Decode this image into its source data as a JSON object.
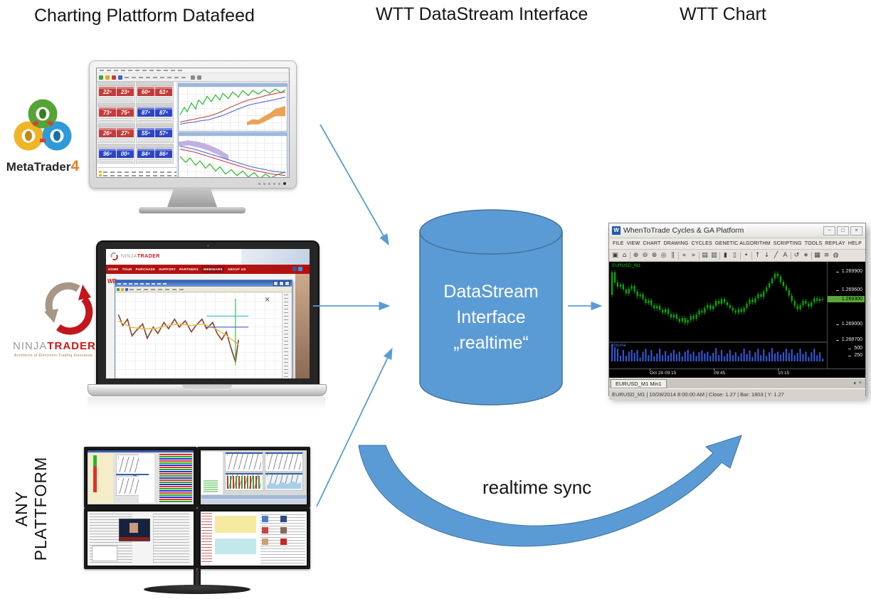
{
  "titles": {
    "left": "Charting Plattform Datafeed",
    "center": "WTT DataStream Interface",
    "right": "WTT Chart"
  },
  "colors": {
    "accent": "#5B9BD5",
    "accent_border": "#41719C",
    "mt4_red": "#C23B3B",
    "mt4_blue": "#2B45C4",
    "nt_red": "#B31212",
    "candle_green": "#00B400",
    "volume_blue": "#3355CC",
    "price_highlight_bg": "#58A839"
  },
  "metatrader": {
    "brand": "MetaTrader",
    "brand_number": "4",
    "quotes": [
      {
        "v1": "22⁴",
        "v2": "23⁴",
        "tone": "red"
      },
      {
        "v1": "60⁴",
        "v2": "61⁴",
        "tone": "red"
      },
      {
        "v1": "73⁴",
        "v2": "75⁴",
        "tone": "red"
      },
      {
        "v1": "87⁴",
        "v2": "87⁴",
        "tone": "blue"
      },
      {
        "v1": "26⁴",
        "v2": "27⁴",
        "tone": "red"
      },
      {
        "v1": "55⁴",
        "v2": "57⁴",
        "tone": "blue"
      },
      {
        "v1": "96⁴",
        "v2": "00⁴",
        "tone": "blue"
      },
      {
        "v1": "84⁴",
        "v2": "86⁴",
        "tone": "blue"
      }
    ]
  },
  "ninjatrader": {
    "brand_gray": "NINJA",
    "brand_red": "TRADER",
    "reg": "®",
    "tagline": "Architects of Electronic Trading Innovation",
    "nav": [
      "HOME",
      "TOUR",
      "PURCHASE",
      "SUPPORT",
      "PARTNERS",
      "WEBINARS",
      "ABOUT US"
    ],
    "nav_active": "WEBINARS",
    "site_we": "WE"
  },
  "any_platform": {
    "line1": "ANY",
    "line2": "PLATTFORM"
  },
  "datastream": {
    "line1": "DataStream",
    "line2": "Interface",
    "line3": "„realtime“"
  },
  "sync_label": "realtime sync",
  "wtt": {
    "window_title": "WhenToTrade Cycles & GA Platform",
    "window_controls": [
      "−",
      "□",
      "×"
    ],
    "menus": [
      "FILE",
      "VIEW",
      "CHART",
      "DRAWING",
      "CYCLES",
      "GENETIC ALGORITHM",
      "SCRIPTING",
      "TOOLS",
      "REPLAY",
      "HELP"
    ],
    "toolbar": [
      {
        "name": "chart-window-icon",
        "g": "▣"
      },
      {
        "name": "settings-icon",
        "g": "⌂"
      },
      {
        "name": "zoom-in-icon",
        "g": "⊕"
      },
      {
        "name": "zoom-out-icon",
        "g": "⊖"
      },
      {
        "name": "zoom-box-icon",
        "g": "⊗"
      },
      {
        "name": "zoom-reset-icon",
        "g": "◎"
      },
      {
        "name": "bar-spacing-icon",
        "g": "∥"
      },
      {
        "name": "scroll-left-icon",
        "g": "«"
      },
      {
        "name": "scroll-right-icon",
        "g": "»"
      },
      {
        "name": "panel-grid-icon",
        "g": "▤"
      },
      {
        "name": "panel-split-icon",
        "g": "▥"
      },
      {
        "name": "delete-icon",
        "g": "▮"
      },
      {
        "name": "mobile-icon",
        "g": "▯"
      },
      {
        "name": "dot-marker-icon",
        "g": "•"
      },
      {
        "name": "arrow-up-icon",
        "g": "↑"
      },
      {
        "name": "arrow-down-icon",
        "g": "↓"
      },
      {
        "name": "trendline-icon",
        "g": "╱"
      },
      {
        "name": "text-tool-icon",
        "g": "A"
      },
      {
        "name": "refresh-icon",
        "g": "↺"
      },
      {
        "name": "snapshot-icon",
        "g": "∗"
      },
      {
        "name": "grid-icon",
        "g": "▦"
      },
      {
        "name": "list-icon",
        "g": "≡"
      },
      {
        "name": "timer-icon",
        "g": "◍"
      }
    ],
    "symbol_label": "EURUSD_M1",
    "volume_label": "Volume",
    "price_labels": [
      "1.269900",
      "1.269600",
      "1.269000",
      "1.268700"
    ],
    "price_highlight": "1.269300",
    "volume_scale": [
      "500",
      "250"
    ],
    "time_labels": [
      "Oct 28 09:15",
      "09:45",
      "10:15"
    ],
    "tab": "EURUSD_M1 Min1",
    "tab_buttons": [
      "▾",
      "×"
    ],
    "status": "EURUSD_M1 | 10/28/2014 8:00:00 AM | Close: 1.27 | Bar: 1803 | Y: 1.27",
    "series": [
      0.95,
      0.8,
      0.74,
      0.77,
      0.7,
      0.64,
      0.71,
      0.75,
      0.67,
      0.6,
      0.63,
      0.56,
      0.5,
      0.54,
      0.47,
      0.42,
      0.46,
      0.4,
      0.36,
      0.41,
      0.34,
      0.29,
      0.33,
      0.27,
      0.23,
      0.28,
      0.21,
      0.25,
      0.31,
      0.27,
      0.33,
      0.39,
      0.36,
      0.43,
      0.47,
      0.41,
      0.46,
      0.53,
      0.49,
      0.56,
      0.51,
      0.47,
      0.43,
      0.39,
      0.36,
      0.41,
      0.37,
      0.43,
      0.49,
      0.55,
      0.51,
      0.57,
      0.63,
      0.59,
      0.67,
      0.73,
      0.79,
      0.86,
      0.93,
      0.89,
      0.81,
      0.75,
      0.69,
      0.61,
      0.53,
      0.46,
      0.41,
      0.47,
      0.53,
      0.49,
      0.45,
      0.51,
      0.57,
      0.53,
      0.56,
      0.55
    ]
  }
}
